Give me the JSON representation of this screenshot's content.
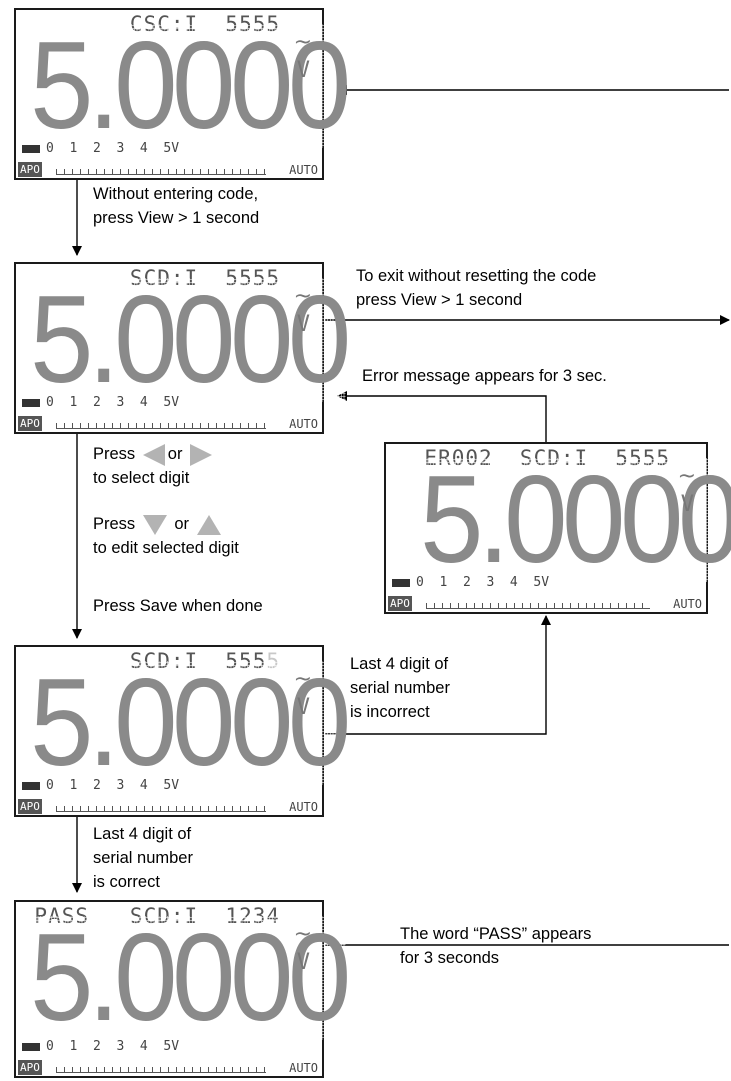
{
  "displays": [
    {
      "top": "CSC:I  5555",
      "dim": "",
      "value": "5.0000",
      "unit": "V",
      "ac": "~",
      "scale": "0  1  2  3  4  5V",
      "apo": "APO",
      "auto": "AUTO"
    },
    {
      "top": "SCD:I  5555",
      "dim": "",
      "value": "5.0000",
      "unit": "V",
      "ac": "~",
      "scale": "0  1  2  3  4  5V",
      "apo": "APO",
      "auto": "AUTO"
    },
    {
      "top": "ER002  SCD:I  5555",
      "dim": "",
      "value": "5.0000",
      "unit": "V",
      "ac": "~",
      "scale": "0  1  2  3  4  5V",
      "apo": "APO",
      "auto": "AUTO"
    },
    {
      "top": "SCD:I  555",
      "dim": "5",
      "value": "5.0000",
      "unit": "V",
      "ac": "~",
      "scale": "0  1  2  3  4  5V",
      "apo": "APO",
      "auto": "AUTO"
    },
    {
      "top": "PASS   SCD:I  1234",
      "dim": "",
      "value": "5.0000",
      "unit": "V",
      "ac": "~",
      "scale": "0  1  2  3  4  5V",
      "apo": "APO",
      "auto": "AUTO"
    }
  ],
  "labels": {
    "without_entering_1": "Without entering code,",
    "without_entering_2": "press View > 1 second",
    "exit_1": "To exit without resetting the code",
    "exit_2": "press View > 1 second",
    "error": "Error message appears for 3 sec.",
    "press1": "Press",
    "or1": "or",
    "select_digit": "to select digit",
    "press2": "Press",
    "or2": "or",
    "edit_digit": "to edit selected digit",
    "save": "Press Save when done",
    "incorrect_1": "Last 4 digit of",
    "incorrect_2": "serial number",
    "incorrect_3": "is incorrect",
    "correct_1": "Last 4 digit of",
    "correct_2": "serial number",
    "correct_3": "is correct",
    "pass_1": "The word “PASS” appears",
    "pass_2": "for 3 seconds"
  }
}
